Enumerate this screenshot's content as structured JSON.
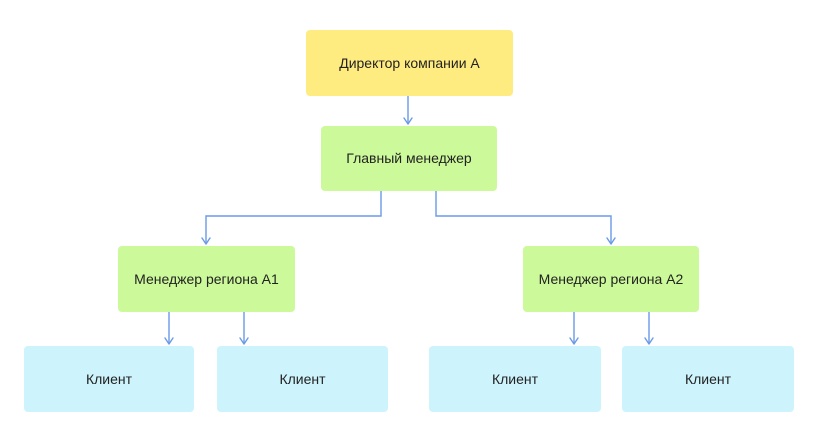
{
  "nodes": {
    "director": "Директор компании А",
    "main_manager": "Главный менеджер",
    "region_manager_1": "Менеджер региона А1",
    "region_manager_2": "Менеджер региона А2",
    "client_1": "Клиент",
    "client_2": "Клиент",
    "client_3": "Клиент",
    "client_4": "Клиент"
  },
  "colors": {
    "director_fill": "#ffec80",
    "manager_fill": "#ccf99a",
    "client_fill": "#cdf3fc",
    "connector": "#6a9ae8"
  }
}
